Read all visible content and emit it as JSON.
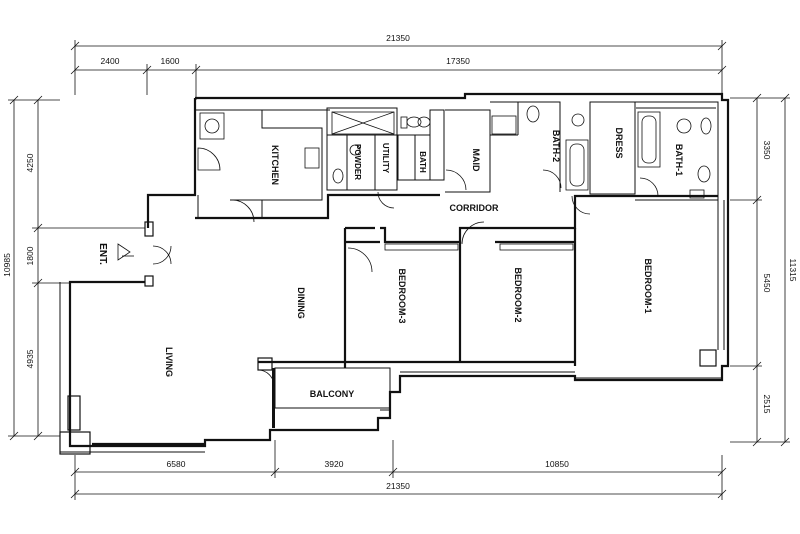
{
  "dimensions": {
    "top_total": "21350",
    "top_seg1": "2400",
    "top_seg2": "1600",
    "top_seg3": "17350",
    "bottom_total": "21350",
    "bottom_seg1": "6580",
    "bottom_seg2": "3920",
    "bottom_seg3": "10850",
    "left_total": "10985",
    "left_seg1": "4250",
    "left_seg2": "1800",
    "left_seg3": "4935",
    "right_total": "11315",
    "right_seg1": "3350",
    "right_seg2": "5450",
    "right_seg3": "2515"
  },
  "rooms": {
    "kitchen": "KITCHEN",
    "powder": "POWDER",
    "utility": "UTILITY",
    "bath": "BATH",
    "maid": "MAID",
    "bath2": "BATH-2",
    "dress": "DRESS",
    "bath1": "BATH-1",
    "corridor": "CORRIDOR",
    "entrance": "ENT.",
    "dining": "DINING",
    "living": "LIVING",
    "bedroom3": "BEDROOM-3",
    "bedroom2": "BEDROOM-2",
    "bedroom1": "BEDROOM-1",
    "balcony": "BALCONY"
  }
}
